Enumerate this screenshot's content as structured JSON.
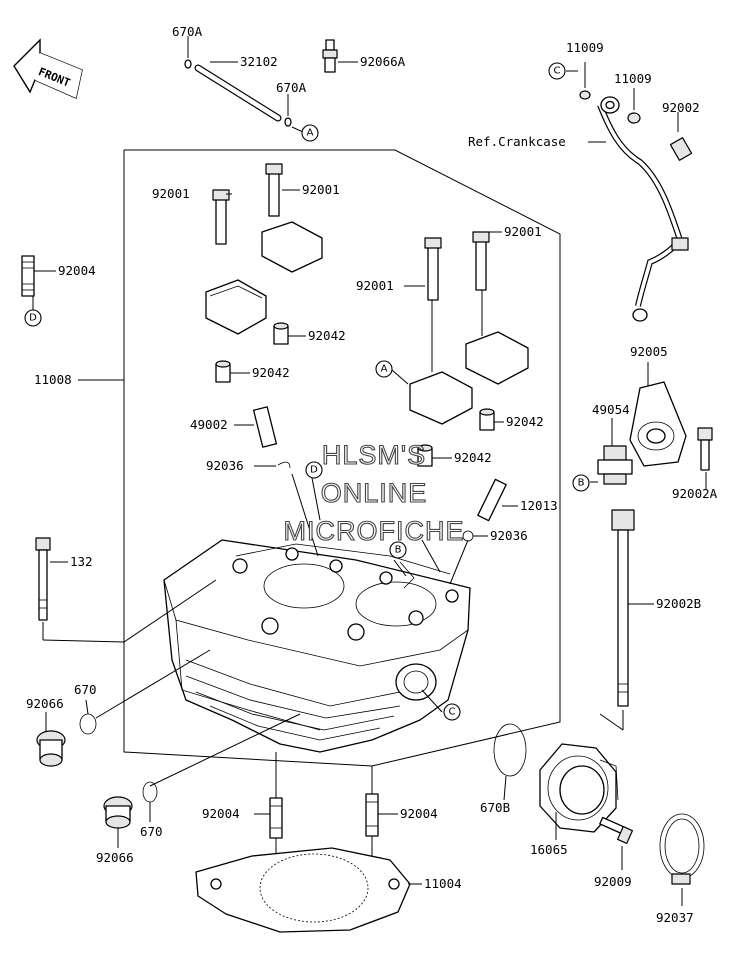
{
  "front_arrow": {
    "text": "FRONT"
  },
  "watermark": {
    "line1": "HLSM'S",
    "line2": "ONLINE",
    "line3": "MICROFICHE"
  },
  "ref_letters": {
    "a": "A",
    "b": "B",
    "c": "C",
    "d": "D"
  },
  "ref_crankcase": "Ref.Crankcase",
  "part_numbers": {
    "p670A_top": "670A",
    "p32102": "32102",
    "p670A_mid": "670A",
    "p92066A": "92066A",
    "p11009_a": "11009",
    "p11009_b": "11009",
    "p92002": "92002",
    "p92001_a": "92001",
    "p92001_b": "92001",
    "p92001_c": "92001",
    "p92001_d": "92001",
    "p92004_left": "92004",
    "p11008": "11008",
    "p92042_a": "92042",
    "p92042_b": "92042",
    "p92042_c": "92042",
    "p92042_d": "92042",
    "p49002": "49002",
    "p92036_a": "92036",
    "p92036_b": "92036",
    "p12013": "12013",
    "p92005": "92005",
    "p49054": "49054",
    "p92002A": "92002A",
    "p132": "132",
    "p92002B": "92002B",
    "p670_left": "670",
    "p92066_left": "92066",
    "p670_bottom": "670",
    "p92066_bottom": "92066",
    "p92004_bl": "92004",
    "p92004_br": "92004",
    "p11004": "11004",
    "p670B": "670B",
    "p16065": "16065",
    "p92009": "92009",
    "p92037": "92037"
  }
}
